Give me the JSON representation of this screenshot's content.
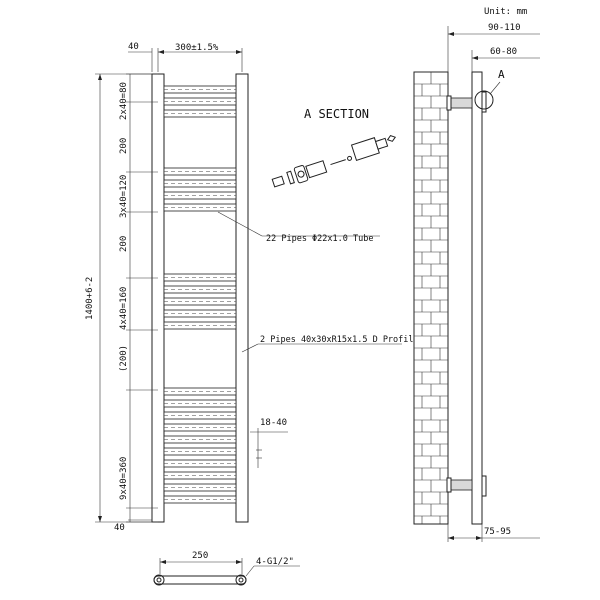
{
  "unit_label": "Unit: mm",
  "section_title": "A SECTION",
  "front_view": {
    "dim_width": "300±1.5%",
    "dim_top_offset": "40",
    "dim_bottom_offset": "40",
    "dim_total_height": "1400+6-2",
    "segment_labels": [
      "2x40=80",
      "200",
      "3x40=120",
      "200",
      "4x40=160",
      "(200)",
      "9x40=360"
    ],
    "pipe_callout": "22 Pipes Φ22x1.0 Tube",
    "profile_callout": "2 Pipes 40x30xR15x1.5 D Profile",
    "gap_callout": "18-40",
    "bottom_width": "250",
    "connection": "4-G1/2\""
  },
  "side_view": {
    "dim_outer": "90-110",
    "dim_inner": "60-80",
    "dim_bottom": "75-95",
    "section_marker": "A"
  }
}
